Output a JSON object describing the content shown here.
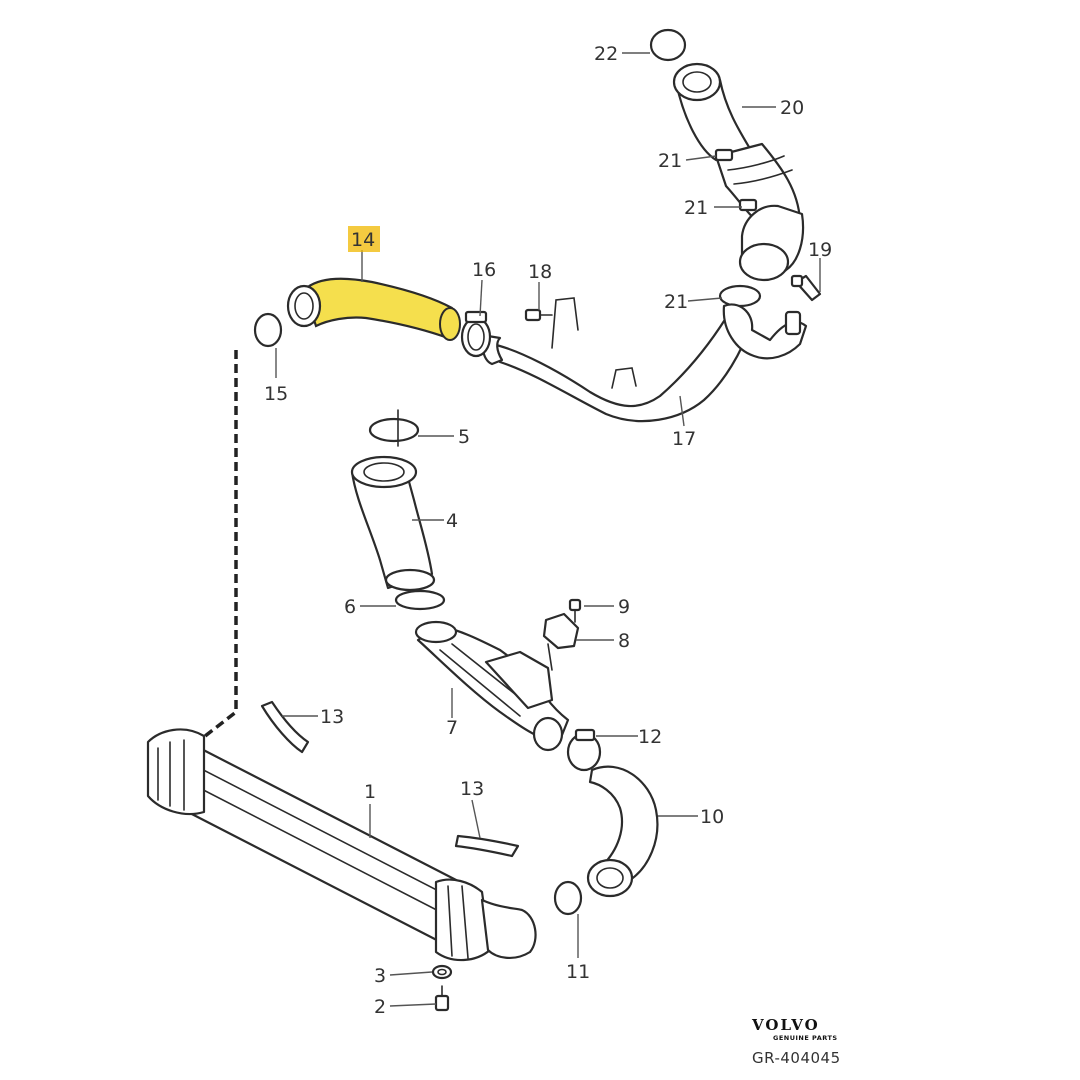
{
  "callouts": {
    "c1": "1",
    "c2": "2",
    "c3": "3",
    "c4": "4",
    "c5": "5",
    "c6": "6",
    "c7": "7",
    "c8": "8",
    "c9": "9",
    "c10": "10",
    "c11": "11",
    "c12": "12",
    "c13a": "13",
    "c13b": "13",
    "c14": "14",
    "c15": "15",
    "c16": "16",
    "c17": "17",
    "c18": "18",
    "c19": "19",
    "c20": "20",
    "c21a": "21",
    "c21b": "21",
    "c21c": "21",
    "c22": "22"
  },
  "highlight": {
    "part": "14",
    "color": "#f5df4d"
  },
  "brand": {
    "logo": "VOLVO",
    "logo_sub": "GENUINE PARTS",
    "reference": "GR-404045"
  }
}
